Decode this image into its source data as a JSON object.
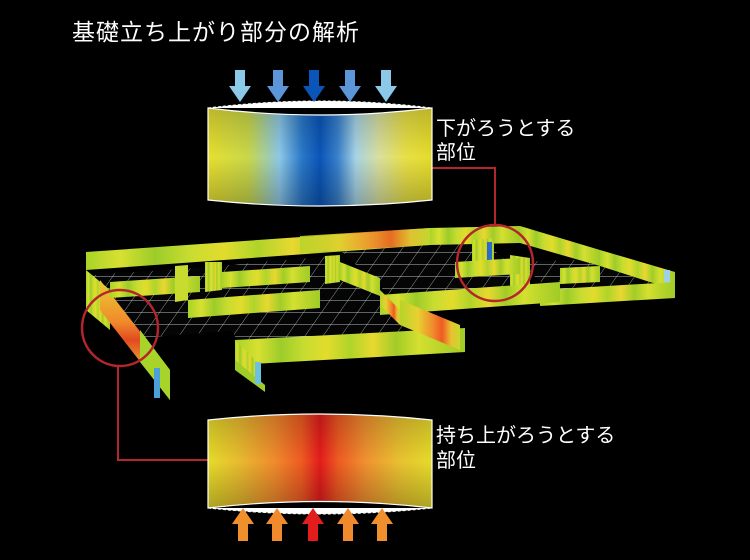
{
  "title": "基礎立ち上がり部分の解析",
  "callout_down": {
    "line1": "下がろうとする",
    "line2": "部位"
  },
  "callout_up": {
    "line1": "持ち上がろうとする",
    "line2": "部位"
  },
  "colors": {
    "background": "#000000",
    "callout_line": "#b3262b",
    "sinking_center": "#0a55b8",
    "sinking_light": "#8cc8e8",
    "lifting_center": "#e31c1c",
    "lifting_mid": "#f08a2c",
    "wall_base": "#b5dc2a",
    "wall_yellow": "#e8e030",
    "grid_line": "#cfd8d8"
  },
  "icons": {
    "down_arrows": "arrow-down-icon",
    "up_arrows": "arrow-up-icon"
  }
}
